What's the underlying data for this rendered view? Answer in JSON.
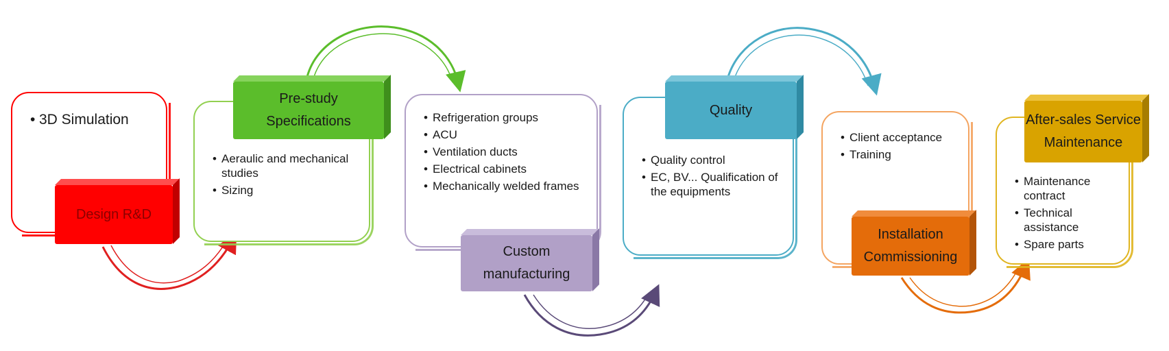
{
  "stages": [
    {
      "id": "design",
      "title": "Design R&D",
      "color": "#ff0000",
      "text_color": "#8b0000",
      "bullets": [
        "3D Simulation"
      ]
    },
    {
      "id": "prestudy",
      "title": "Pre-study Specifications",
      "color": "#5bbd2b",
      "text_color": "#1a1a1a",
      "bullets": [
        "Aeraulic and mechanical studies",
        "Sizing"
      ]
    },
    {
      "id": "manufacturing",
      "title": "Custom manufacturing",
      "color": "#b1a0c7",
      "text_color": "#1a1a1a",
      "bullets": [
        "Refrigeration groups",
        "ACU",
        "Ventilation ducts",
        "Electrical cabinets",
        "Mechanically welded frames"
      ]
    },
    {
      "id": "quality",
      "title": "Quality",
      "color": "#4bacc6",
      "text_color": "#1a1a1a",
      "bullets": [
        "Quality control",
        "EC, BV... Qualification of the equipments"
      ]
    },
    {
      "id": "installation",
      "title": "Installation Commissioning",
      "color": "#e46c0a",
      "text_color": "#1a1a1a",
      "bullets": [
        "Client acceptance",
        "Training"
      ]
    },
    {
      "id": "aftersales",
      "title": "After-sales Service Maintenance",
      "color": "#d9a300",
      "text_color": "#1a1a1a",
      "bullets": [
        "Maintenance contract",
        "Technical assistance",
        "Spare parts"
      ]
    }
  ]
}
